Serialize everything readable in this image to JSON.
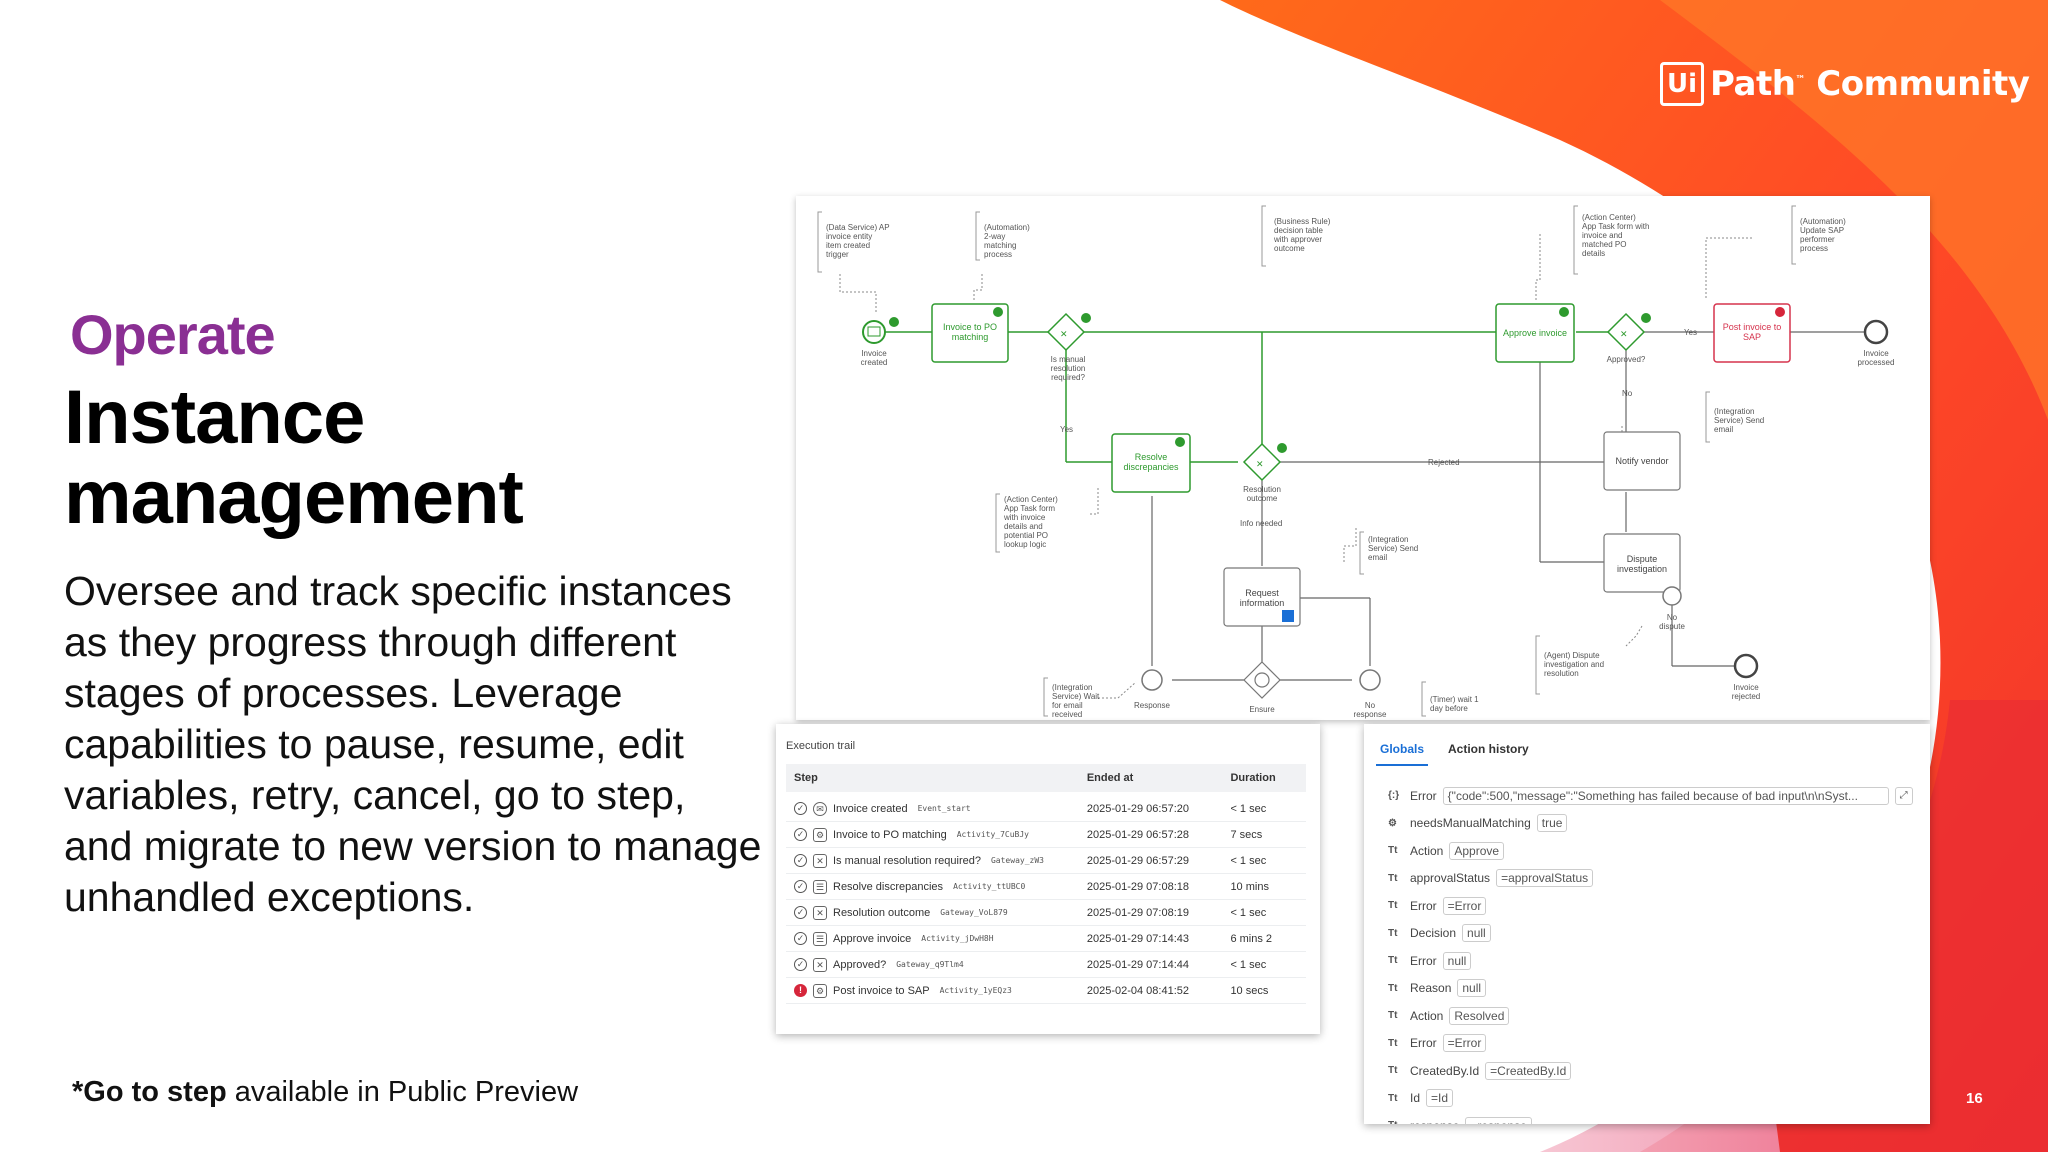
{
  "brand": {
    "logo_mark": "Ui",
    "logo_name": "Path",
    "logo_tm": "™",
    "logo_word": " Community"
  },
  "colors": {
    "accent_purple": "#8a2f93",
    "orange": "#ff5a1f",
    "green": "#2e9a2e",
    "red": "#d6263b",
    "blue": "#1a6fd6"
  },
  "slide": {
    "eyebrow": "Operate",
    "title": "Instance management",
    "description": "Oversee and track specific instances as they progress through different stages of processes. Leverage capabilities to pause, resume, edit variables, retry, cancel, go to step, and migrate to new version to manage unhandled exceptions.",
    "footnote_bold": "*Go to step",
    "footnote_rest": " available in Public Preview",
    "page_number": "16"
  },
  "diagram": {
    "notes": {
      "data_service": [
        "(Data Service) AP",
        "invoice  entity",
        "item created",
        "trigger"
      ],
      "automation_match": [
        "(Automation)",
        "2-way",
        "matching",
        "process"
      ],
      "business_rule": [
        "(Business Rule)",
        "decision table",
        "with approver",
        "outcome"
      ],
      "action_center_top": [
        "(Action Center)",
        "App Task form with",
        "invoice and",
        "matched PO",
        "details"
      ],
      "automation_sap": [
        "(Automation)",
        "Update SAP",
        "performer",
        "process"
      ],
      "integration_send": [
        "(Integration",
        "Service) Send",
        "email"
      ],
      "action_center_left": [
        "(Action Center)",
        "App Task form",
        "with invoice",
        "details and",
        "potential PO",
        "lookup logic"
      ],
      "integration_send2": [
        "(Integration",
        "Service) Send",
        "email"
      ],
      "agent": [
        "(Agent) Dispute",
        "investigation and",
        "resolution"
      ],
      "integration_wait": [
        "(Integration",
        "Service) Wait",
        "for email",
        "received"
      ],
      "timer": [
        "(Timer) wait 1",
        "day before"
      ]
    },
    "labels": {
      "invoice_created": [
        "Invoice",
        "created"
      ],
      "invoice_to_po": [
        "Invoice to PO",
        "matching"
      ],
      "manual_q": [
        "Is manual",
        "resolution",
        "required?"
      ],
      "yes": "Yes",
      "resolve": [
        "Resolve",
        "discrepancies"
      ],
      "resolution_outcome": [
        "Resolution",
        "outcome"
      ],
      "info_needed": "Info needed",
      "rejected": "Rejected",
      "approve_invoice": "Approve invoice",
      "approved_q": "Approved?",
      "yes2": "Yes",
      "no": "No",
      "post_invoice": [
        "Post invoice to",
        "SAP"
      ],
      "invoice_processed": [
        "Invoice",
        "processed"
      ],
      "notify_vendor": "Notify vendor",
      "dispute": [
        "Dispute",
        "investigation"
      ],
      "no_dispute": [
        "No",
        "dispute"
      ],
      "invoice_rejected": [
        "Invoice",
        "rejected"
      ],
      "request_info": [
        "Request",
        "information"
      ],
      "response": "Response",
      "ensure": "Ensure",
      "no_response": [
        "No",
        "response"
      ]
    }
  },
  "trail": {
    "title": "Execution trail",
    "headers": {
      "step": "Step",
      "ended": "Ended at",
      "duration": "Duration"
    },
    "rows": [
      {
        "status": "ok",
        "type_icon": "event-icon",
        "name": "Invoice created",
        "code": "Event_start",
        "ended": "2025-01-29 06:57:20",
        "duration": "< 1 sec"
      },
      {
        "status": "ok",
        "type_icon": "service-task-icon",
        "name": "Invoice to PO matching",
        "code": "Activity_7CuBJy",
        "ended": "2025-01-29 06:57:28",
        "duration": "7 secs"
      },
      {
        "status": "ok",
        "type_icon": "gateway-icon",
        "name": "Is manual resolution required?",
        "code": "Gateway_zW3",
        "ended": "2025-01-29 06:57:29",
        "duration": "< 1 sec"
      },
      {
        "status": "ok",
        "type_icon": "user-task-icon",
        "name": "Resolve discrepancies",
        "code": "Activity_ttUBC0",
        "ended": "2025-01-29 07:08:18",
        "duration": "10 mins"
      },
      {
        "status": "ok",
        "type_icon": "gateway-icon",
        "name": "Resolution outcome",
        "code": "Gateway_VoL879",
        "ended": "2025-01-29 07:08:19",
        "duration": "< 1 sec"
      },
      {
        "status": "ok",
        "type_icon": "user-task-icon",
        "name": "Approve invoice",
        "code": "Activity_jDwH8H",
        "ended": "2025-01-29 07:14:43",
        "duration": "6 mins 2"
      },
      {
        "status": "ok",
        "type_icon": "gateway-icon",
        "name": "Approved?",
        "code": "Gateway_q9Tlm4",
        "ended": "2025-01-29 07:14:44",
        "duration": "< 1 sec"
      },
      {
        "status": "error",
        "type_icon": "service-task-icon",
        "name": "Post invoice to SAP",
        "code": "Activity_1yEQz3",
        "ended": "2025-02-04 08:41:52",
        "duration": "10 secs"
      }
    ]
  },
  "globals": {
    "tabs": [
      "Globals",
      "Action history"
    ],
    "rows": [
      {
        "icon": "{:}",
        "name": "Error",
        "value": "{\"code\":500,\"message\":\"Something has failed because of bad input\\n\\nSyst...",
        "wide": true
      },
      {
        "icon": "⚙",
        "name": "needsManualMatching",
        "value": "true"
      },
      {
        "icon": "Tt",
        "name": "Action",
        "value": "Approve"
      },
      {
        "icon": "Tt",
        "name": "approvalStatus",
        "value": "=approvalStatus"
      },
      {
        "icon": "Tt",
        "name": "Error",
        "value": "=Error"
      },
      {
        "icon": "Tt",
        "name": "Decision",
        "value": "null"
      },
      {
        "icon": "Tt",
        "name": "Error",
        "value": "null"
      },
      {
        "icon": "Tt",
        "name": "Reason",
        "value": "null"
      },
      {
        "icon": "Tt",
        "name": "Action",
        "value": "Resolved"
      },
      {
        "icon": "Tt",
        "name": "Error",
        "value": "=Error"
      },
      {
        "icon": "Tt",
        "name": "CreatedBy.Id",
        "value": "=CreatedBy.Id"
      },
      {
        "icon": "Tt",
        "name": "Id",
        "value": "=Id"
      },
      {
        "icon": "Tt",
        "name": "response",
        "value": "=response"
      }
    ]
  }
}
